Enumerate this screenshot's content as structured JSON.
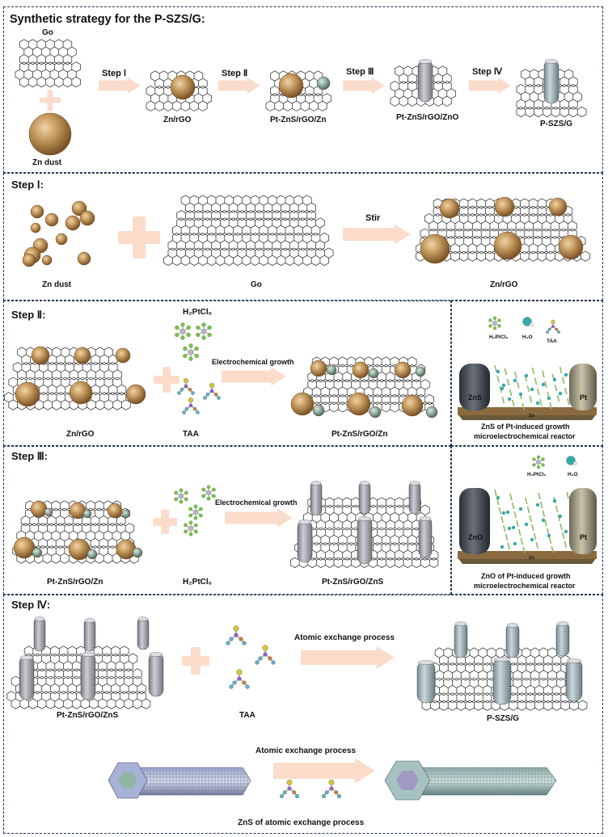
{
  "title": "Synthetic strategy for the P-SZS/G:",
  "overview": {
    "go_label": "Go",
    "zn_dust_label": "Zn dust",
    "step1": "Step Ⅰ",
    "step2": "Step Ⅱ",
    "step3": "Step Ⅲ",
    "step4": "Step Ⅳ",
    "zn_rgo": "Zn/rGO",
    "pt_zns_zn": "Pt-ZnS/rGO/Zn",
    "pt_zns_zno": "Pt-ZnS/rGO/ZnO",
    "pszsg": "P-SZS/G"
  },
  "step1": {
    "header": "Step Ⅰ:",
    "zn_dust": "Zn dust",
    "go": "Go",
    "stir": "Stir",
    "product": "Zn/rGO"
  },
  "step2": {
    "header": "Step Ⅱ:",
    "reactant": "Zn/rGO",
    "h2ptcl6": "H₂PtCl₆",
    "taa": "TAA",
    "arrow": "Electrochemical growth",
    "product": "Pt-ZnS/rGO/Zn",
    "inset": {
      "legend_h2ptcl6": "H₂PtCl₆",
      "legend_h2o": "H₂O",
      "legend_taa": "TAA",
      "left_electrode": "ZnS",
      "right_electrode": "Pt",
      "base": "Zn",
      "caption1": "ZnS of Pt-induced growth",
      "caption2": "microelectrochemical reactor"
    }
  },
  "step3": {
    "header": "Step Ⅲ:",
    "reactant": "Pt-ZnS/rGO/Zn",
    "h2ptcl6": "H₂PtCl₆",
    "arrow": "Electrochemical growth",
    "product": "Pt-ZnS/rGO/ZnS",
    "inset": {
      "legend_h2ptcl6": "H₂PtCl₆",
      "legend_h2o": "H₂O",
      "left_electrode": "ZnO",
      "right_electrode": "Pt",
      "base": "Zn",
      "caption1": "ZnO of Pt-induced growth",
      "caption2": "microelectrochemical reactor"
    }
  },
  "step4": {
    "header": "Step Ⅳ:",
    "reactant": "Pt-ZnS/rGO/ZnS",
    "taa": "TAA",
    "arrow": "Atomic exchange process",
    "product": "P-SZS/G",
    "arrow2": "Atomic exchange process",
    "caption": "ZnS of atomic exchange process"
  },
  "colors": {
    "frame": "#1f3550",
    "arrow": "#fbdccb",
    "zn": "#b88a50",
    "pt": "#8aa89c",
    "rod": "#9c9ca6",
    "sheet": "#222222"
  }
}
